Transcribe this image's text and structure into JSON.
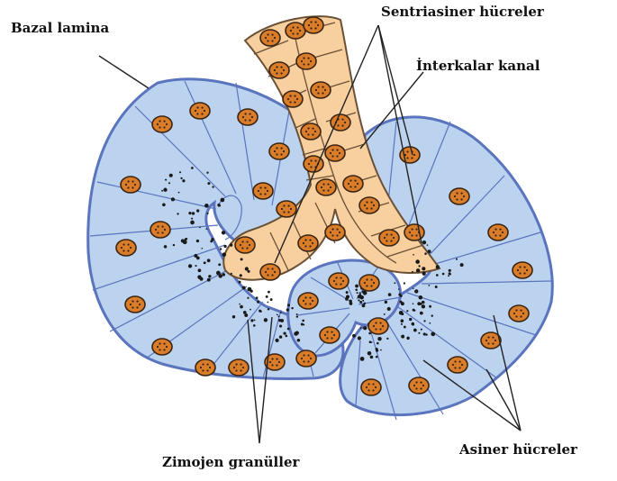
{
  "labels": {
    "basal_lamina": "Bazal lamina",
    "centroacinar": "Sentriasiner hücreler",
    "intercalated": "İnterkalar kanal",
    "zymogen": "Zimojen granüller",
    "acinar": "Asiner hücreler"
  },
  "colors": {
    "acinar_fill": "#bcd3f0",
    "acinar_stroke": "#5a74bd",
    "duct_fill": "#f8cf9f",
    "duct_stroke": "#6a5035",
    "nucleus_fill": "#d97d2b",
    "nucleus_stroke": "#3a2410",
    "granule": "#1a1a1a",
    "leader": "#222222"
  }
}
